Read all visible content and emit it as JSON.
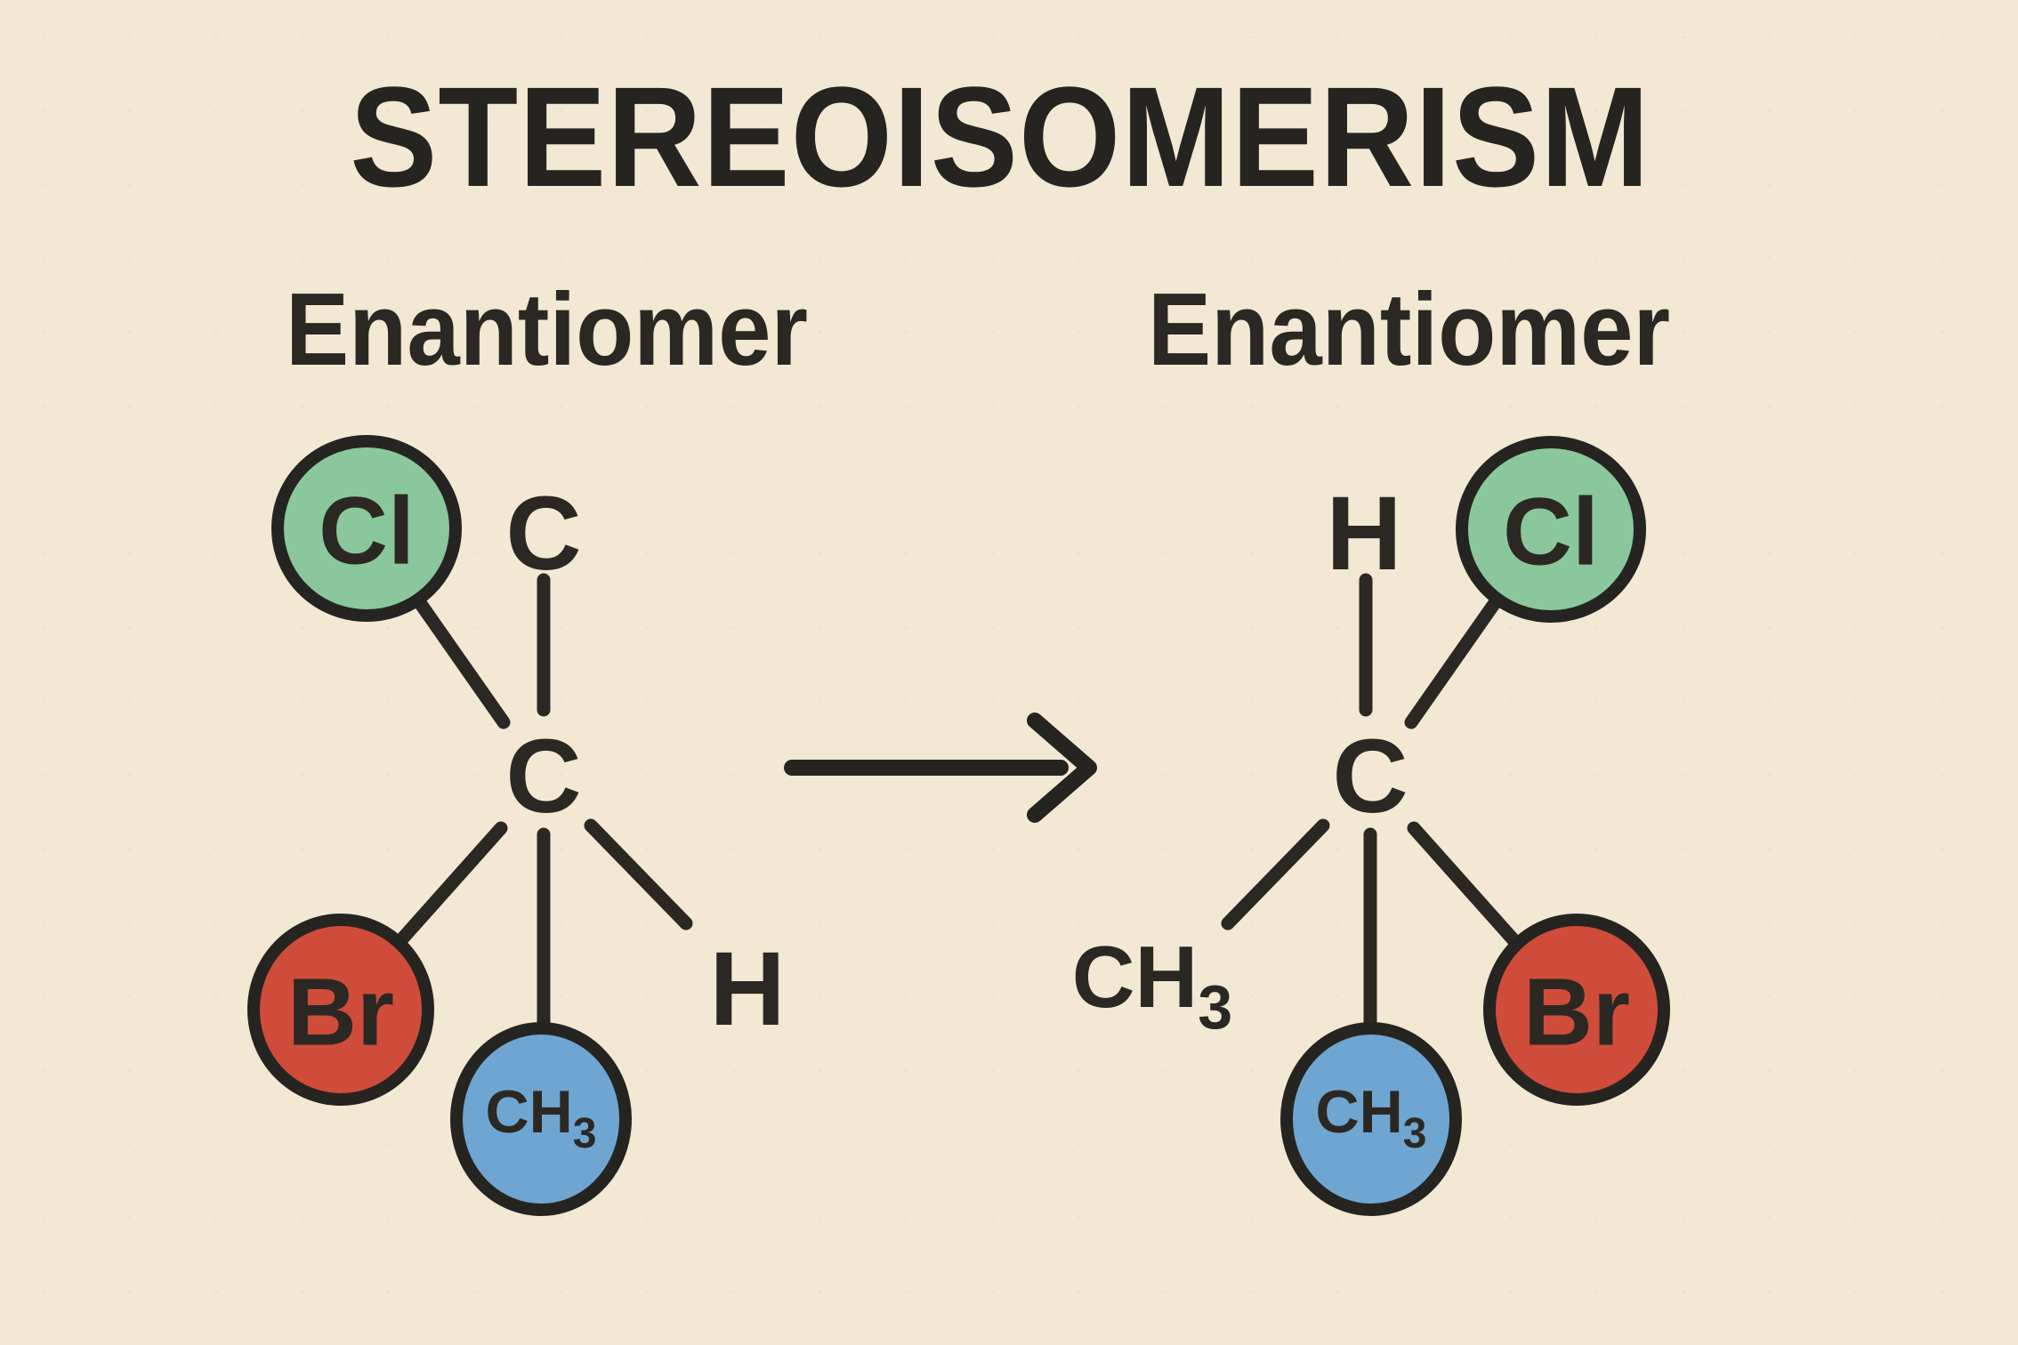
{
  "title": "STEREOISOMERISM",
  "colors": {
    "background": "#f2e8d3",
    "ink": "#2b2823",
    "chlorine_green": "#8ac79d",
    "bromine_red": "#d04c3a",
    "methyl_blue": "#6fa6d1"
  },
  "arrow": {
    "direction": "right"
  },
  "left": {
    "label": "Enantiomer",
    "top_atom": "C",
    "central_atom": "C",
    "chlorine": "Cl",
    "bromine": "Br",
    "hydrogen": "H",
    "methyl_main": "CH",
    "methyl_sub": "3"
  },
  "right": {
    "label": "Enantiomer",
    "top_atom": "H",
    "central_atom": "C",
    "chlorine": "Cl",
    "bromine": "Br",
    "methyl_text_main": "CH",
    "methyl_text_sub": "3",
    "methyl_circle_main": "CH",
    "methyl_circle_sub": "3"
  }
}
